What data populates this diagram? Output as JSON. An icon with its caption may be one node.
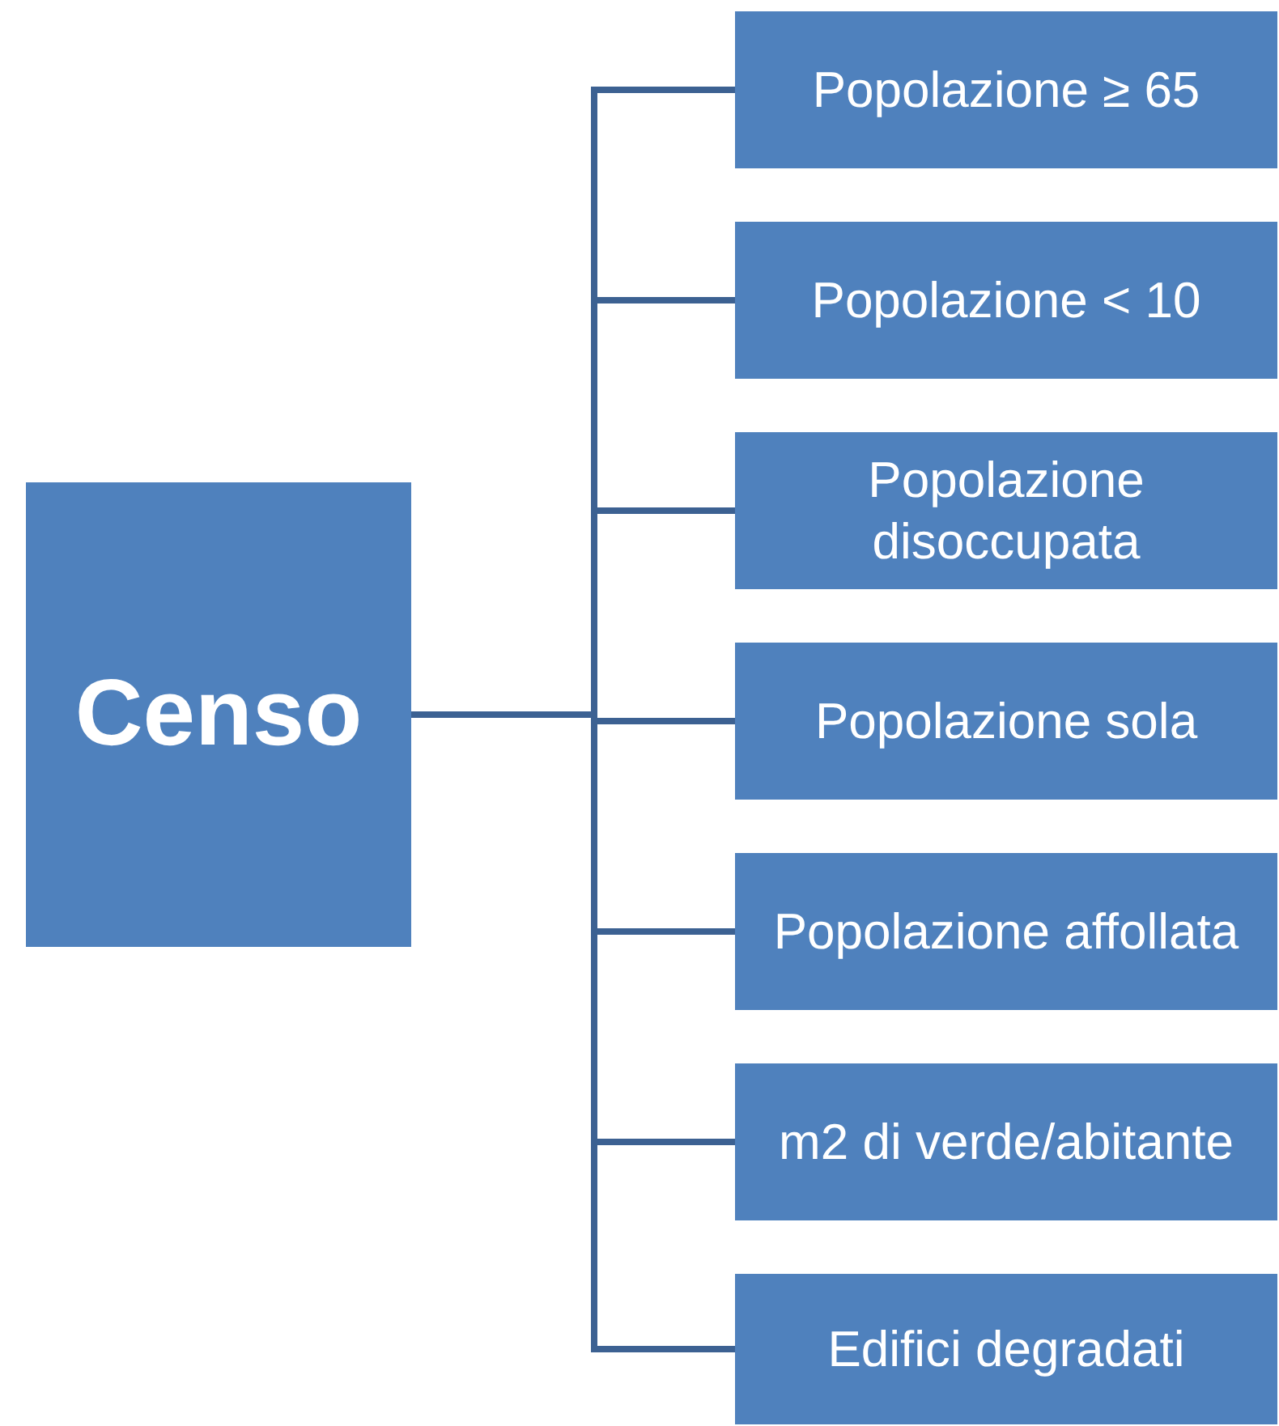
{
  "diagram": {
    "nodes": [
      {
        "text": [
          "Censo"
        ]
      },
      {
        "text": [
          "Popolazione ≥ 65"
        ]
      },
      {
        "text": [
          "Popolazione < 10"
        ]
      },
      {
        "text": [
          "Popolazione disoccupata"
        ]
      },
      {
        "text": [
          "Popolazione sola"
        ]
      },
      {
        "text": [
          "Popolazione affollata"
        ]
      },
      {
        "text": [
          "m2 di verde/abitante"
        ]
      },
      {
        "text": [
          "Edifici degradati"
        ]
      }
    ],
    "edges": [
      {
        "from": 0,
        "to": 1,
        "arrow": "none"
      },
      {
        "from": 0,
        "to": 2,
        "arrow": "none"
      },
      {
        "from": 0,
        "to": 3,
        "arrow": "none"
      },
      {
        "from": 0,
        "to": 4,
        "arrow": "none"
      },
      {
        "from": 0,
        "to": 5,
        "arrow": "none"
      },
      {
        "from": 0,
        "to": 6,
        "arrow": "none"
      },
      {
        "from": 0,
        "to": 7,
        "arrow": "none"
      }
    ]
  }
}
